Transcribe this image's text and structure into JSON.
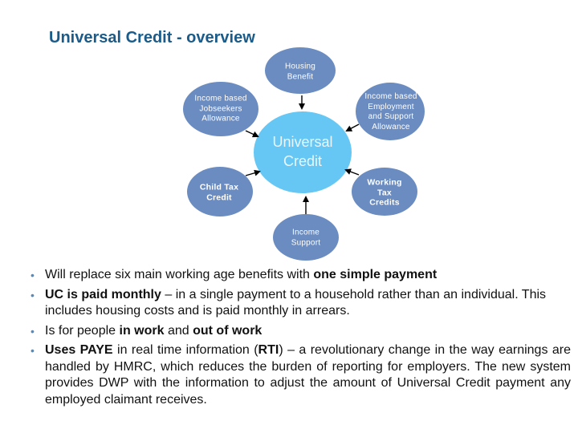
{
  "slide": {
    "title": "Universal Credit - overview"
  },
  "colors": {
    "title": "#1b5b89",
    "satellite_fill": "#6b8cc1",
    "center_fill": "#66c7f4",
    "arrow": "#000000",
    "bullet_marker": "#5a8ab8"
  },
  "diagram": {
    "center": {
      "label": "Universal\nCredit"
    },
    "nodes": [
      {
        "id": "housing-benefit",
        "label": "Housing\nBenefit"
      },
      {
        "id": "jobseekers-allowance",
        "label": "Income based\nJobseekers\nAllowance"
      },
      {
        "id": "employment-support-allowance",
        "label": "Income based\nEmployment\nand Support\nAllowance"
      },
      {
        "id": "child-tax-credit",
        "label": "Child Tax\nCredit"
      },
      {
        "id": "working-tax-credits",
        "label": "Working\nTax\nCredits"
      },
      {
        "id": "income-support",
        "label": "Income\nSupport"
      }
    ]
  },
  "bullets": [
    {
      "parts": [
        {
          "text": "Will replace six main working age benefits with ",
          "bold": false
        },
        {
          "text": "one simple payment",
          "bold": true
        }
      ]
    },
    {
      "parts": [
        {
          "text": "UC is paid monthly",
          "bold": true
        },
        {
          "text": " – in a single payment to a household rather than an individual. This includes housing costs and is paid monthly in arrears.",
          "bold": false
        }
      ]
    },
    {
      "parts": [
        {
          "text": "Is for people ",
          "bold": false
        },
        {
          "text": "in work",
          "bold": true
        },
        {
          "text": " and ",
          "bold": false
        },
        {
          "text": "out of work",
          "bold": true
        }
      ]
    },
    {
      "parts": [
        {
          "text": "Uses PAYE",
          "bold": true
        },
        {
          "text": " in real time information (",
          "bold": false
        },
        {
          "text": "RTI",
          "bold": true
        },
        {
          "text": ") – a revolutionary change in the way earnings are handled by HMRC, which reduces the burden of reporting for employers. The new system provides DWP with the information to adjust the amount of Universal Credit payment any employed claimant receives.",
          "bold": false
        }
      ]
    }
  ]
}
